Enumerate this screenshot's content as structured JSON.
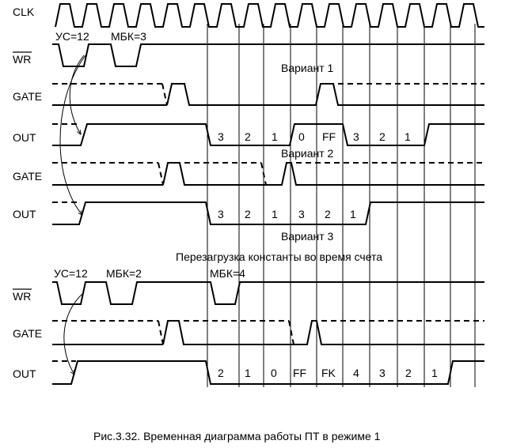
{
  "signals": {
    "clk": "CLK",
    "wr": "WR",
    "gate": "GATE",
    "out": "OUT"
  },
  "params": {
    "uc12": "УС=12",
    "mbk3": "МБК=3",
    "mbk2": "МБК=2",
    "mbk4": "МБК=4"
  },
  "variants": {
    "v1": "Вариант 1",
    "v2": "Вариант 2",
    "v3": "Вариант 3",
    "v3_note": "Перезагрузка константы во время счета"
  },
  "counts": {
    "out1": [
      "3",
      "2",
      "1",
      "0",
      "FF",
      "3",
      "2",
      "1"
    ],
    "out2": [
      "3",
      "2",
      "1",
      "3",
      "2",
      "1"
    ],
    "out3": [
      "2",
      "1",
      "0",
      "FF",
      "FK",
      "4",
      "3",
      "2",
      "1"
    ]
  },
  "caption": "Рис.3.32. Временная диаграмма работы ПТ в режиме 1"
}
